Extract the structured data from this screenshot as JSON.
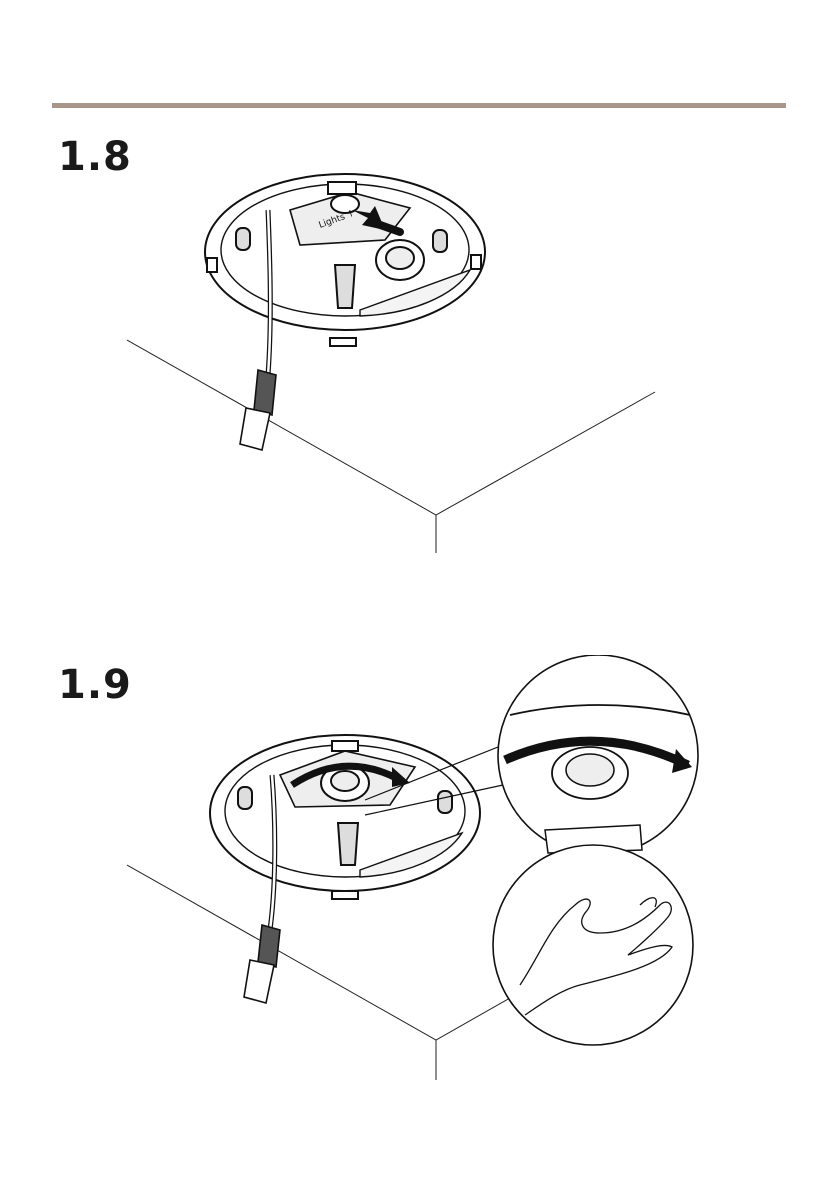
{
  "header": {
    "rule_color": "#a8968a"
  },
  "steps": [
    {
      "number": "1.8"
    },
    {
      "number": "1.9"
    }
  ],
  "illustration_text": {
    "label_on_unit": "Lights ↑"
  }
}
